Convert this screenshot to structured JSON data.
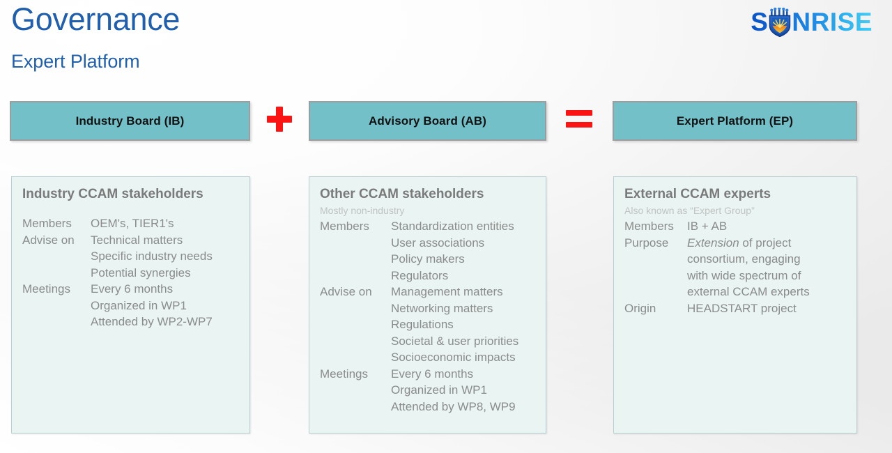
{
  "header": {
    "title": "Governance",
    "subtitle": "Expert Platform",
    "title_color": "#1f5fae"
  },
  "logo": {
    "text_before": "S",
    "text_after": "NRISE",
    "full_name": "SONRISE",
    "icon": "shield-crest-icon",
    "gradient_from": "#0b52c4",
    "gradient_to": "#44cdf6"
  },
  "equation": {
    "boxes": [
      {
        "label": "Industry Board (IB)"
      },
      {
        "label": "Advisory Board (AB)"
      },
      {
        "label": "Expert Platform (EP)"
      }
    ],
    "operators": [
      {
        "symbol": "+",
        "name": "plus-operator"
      },
      {
        "symbol": "=",
        "name": "equals-operator"
      }
    ],
    "box_fill": "#73c0c8",
    "box_border": "#9a9e9f",
    "operator_color": "#fb1414"
  },
  "panels": [
    {
      "title": "Industry CCAM stakeholders",
      "subtitle": "",
      "rows": [
        {
          "label": "Members",
          "value": "OEM's, TIER1's"
        },
        {
          "label": "Advise on",
          "value": "Technical matters"
        },
        {
          "label": "",
          "value": "Specific industry needs"
        },
        {
          "label": "",
          "value": "Potential synergies"
        },
        {
          "label": "Meetings",
          "value": "Every 6 months"
        },
        {
          "label": "",
          "value": "Organized in WP1"
        },
        {
          "label": "",
          "value": "Attended by WP2-WP7"
        }
      ]
    },
    {
      "title": "Other CCAM stakeholders",
      "subtitle": "Mostly non-industry",
      "rows": [
        {
          "label": "Members",
          "value": "Standardization entities"
        },
        {
          "label": "",
          "value": "User associations"
        },
        {
          "label": "",
          "value": "Policy makers"
        },
        {
          "label": "",
          "value": "Regulators"
        },
        {
          "label": "Advise on",
          "value": "Management matters"
        },
        {
          "label": "",
          "value": "Networking matters"
        },
        {
          "label": "",
          "value": "Regulations"
        },
        {
          "label": "",
          "value": "Societal & user priorities"
        },
        {
          "label": "",
          "value": "Socioeconomic impacts"
        },
        {
          "label": "Meetings",
          "value": "Every 6 months"
        },
        {
          "label": "",
          "value": "Organized in WP1"
        },
        {
          "label": "",
          "value": "Attended by WP8, WP9"
        }
      ]
    },
    {
      "title": "External CCAM experts",
      "subtitle": "Also known as “Expert Group”",
      "rows": [
        {
          "label": "Members",
          "value": "IB + AB"
        },
        {
          "label": "Purpose",
          "value": "Extension of project",
          "italic_prefix": "Extension",
          "value_rest": " of project"
        },
        {
          "label": "",
          "value": "consortium, engaging"
        },
        {
          "label": "",
          "value": "with wide spectrum of"
        },
        {
          "label": "",
          "value": "external CCAM experts"
        },
        {
          "label": "Origin",
          "value": "HEADSTART project"
        }
      ]
    }
  ],
  "style": {
    "panel_fill": "#e9f4f3",
    "panel_border": "#b9cfd2",
    "panel_title_color": "#7a7a7a",
    "panel_subtitle_color": "#c2c2c2",
    "panel_text_color": "#8b8b8b"
  }
}
